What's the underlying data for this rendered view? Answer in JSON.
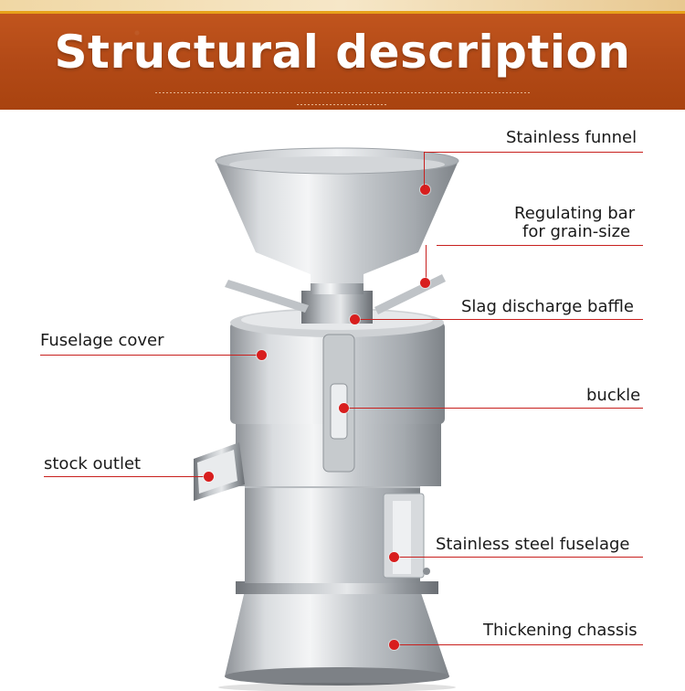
{
  "banner": {
    "title": "Structural description"
  },
  "labels": {
    "stainless_funnel": "Stainless funnel",
    "regulating_bar_line1": "Regulating bar",
    "regulating_bar_line2": "for grain-size",
    "slag_discharge_baffle": "Slag discharge baffle",
    "fuselage_cover": "Fuselage cover",
    "buckle": "buckle",
    "stock_outlet": "stock outlet",
    "stainless_steel_fuselage": "Stainless steel fuselage",
    "thickening_chassis": "Thickening chassis"
  },
  "colors": {
    "banner": "#b34a17",
    "leader_line": "#c8201e",
    "marker_dot": "#d81e1e"
  }
}
